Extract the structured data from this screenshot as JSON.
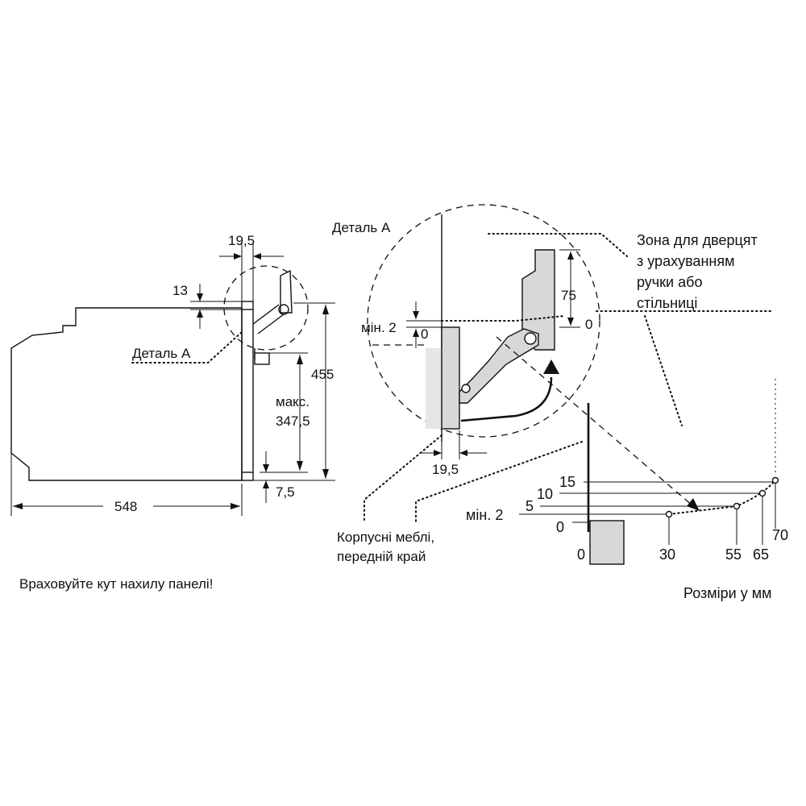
{
  "colors": {
    "line": "#111111",
    "panel_fill": "#d8d8d8",
    "background": "#ffffff"
  },
  "labels": {
    "dim_19_5_top": "19,5",
    "dim_13": "13",
    "detail_a_left": "Деталь A",
    "dim_455": "455",
    "max_label": "макс.",
    "dim_347_5": "347,5",
    "dim_7_5": "7,5",
    "dim_548": "548",
    "tilt_note": "Враховуйте кут нахилу панелі!",
    "detail_a_right": "Деталь A",
    "min_2_detail": "мін. 2",
    "zero_detail": "0",
    "dim_75": "75",
    "zero_75": "0",
    "dim_19_5_bottom": "19,5",
    "door_zone_line1": "Зона для дверцят",
    "door_zone_line2": "з урахуванням",
    "door_zone_line3": "ручки або",
    "door_zone_line4": "стільниці",
    "furniture_line1": "Корпусні меблі,",
    "furniture_line2": "передній край",
    "units_note": "Розміри у мм"
  },
  "zone_graph": {
    "y_labels": [
      "15",
      "10",
      "5",
      "мін. 2",
      "0"
    ],
    "x_labels": [
      "0",
      "30",
      "55",
      "65",
      "70"
    ]
  }
}
